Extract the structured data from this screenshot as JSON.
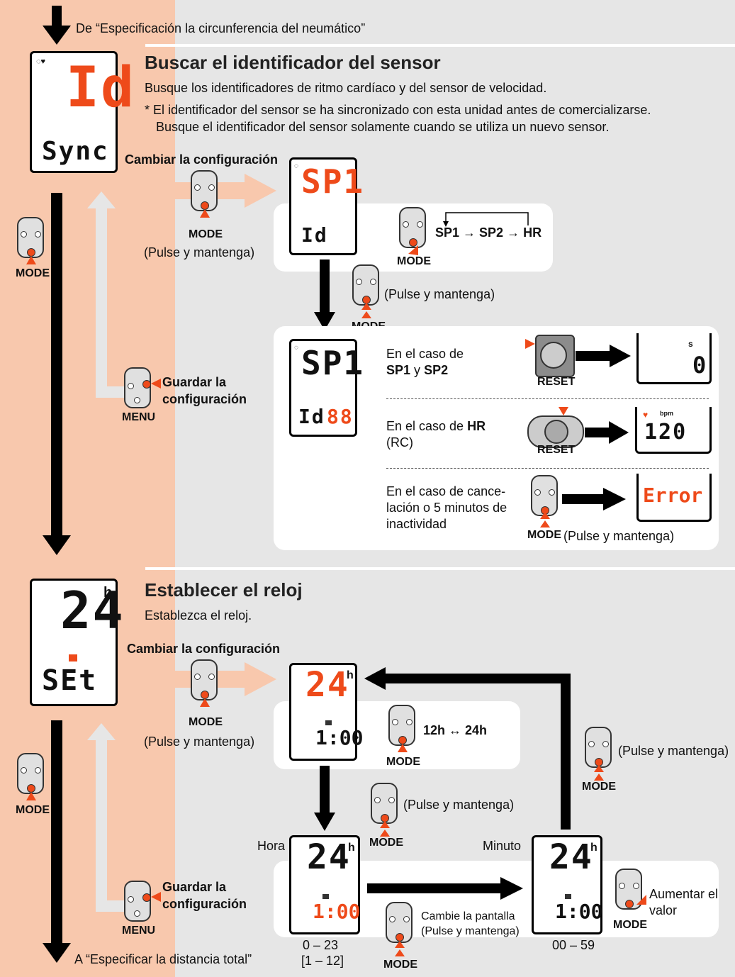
{
  "header": {
    "from_text": "De “Especificación la circunferencia del neumático”"
  },
  "footer": {
    "to_text": "A “Especificar la distancia total”"
  },
  "section1": {
    "title": "Buscar el identificador del sensor",
    "desc": "Busque los identificadores de ritmo cardíaco y del sensor de velocidad.",
    "note1": "* El identificador del sensor se ha sincronizado con esta unidad antes de comercializarse.",
    "note2": "Busque el identificador del sensor solamente cuando se utiliza un nuevo sensor.",
    "lcd_top": "Id",
    "lcd_bottom": "Sync",
    "change_label": "Cambiar la configuración",
    "mode": "MODE",
    "press_hold": "(Pulse y mantenga)",
    "save_label": "Guardar la configuración",
    "menu": "MENU",
    "sp1_lcd_top": "SP1",
    "sp1_lcd_bottom": "Id",
    "cycle": {
      "a": "SP1",
      "b": "SP2",
      "c": "HR"
    },
    "search_lcd_top": "SP1",
    "search_lcd_bottom_left": "Id",
    "search_lcd_bottom_right": "88",
    "case1_pre": "En el caso de",
    "case1_bold_a": "SP1",
    "case1_mid": "y",
    "case1_bold_b": "SP2",
    "case2_pre": "En el caso de",
    "case2_bold": "HR",
    "case2_sub": "(RC)",
    "case3": "En el caso de cance-lación o 5 minutos de inactividad",
    "reset": "RESET",
    "result1_unit": "s",
    "result1_value": "0",
    "result2_unit": "bpm",
    "result2_value": "120",
    "result3_value": "Error"
  },
  "section2": {
    "title": "Establecer el reloj",
    "desc": "Establezca el reloj.",
    "lcd_top": "24",
    "lcd_sup": "h",
    "lcd_bottom": "SEt",
    "change_label": "Cambiar la configuración",
    "mode": "MODE",
    "press_hold": "(Pulse y mantenga)",
    "save_label": "Guardar la configuración",
    "menu": "MENU",
    "time": "1:00",
    "toggle": "12h ↔ 24h",
    "hour_label": "Hora",
    "minute_label": "Minuto",
    "hour_range": "0 – 23",
    "hour_range2": "[1 – 12]",
    "minute_range": "00 – 59",
    "change_screen": "Cambie la pantalla",
    "change_screen2": "(Pulse y mantenga)",
    "increase": "Aumentar el valor"
  }
}
